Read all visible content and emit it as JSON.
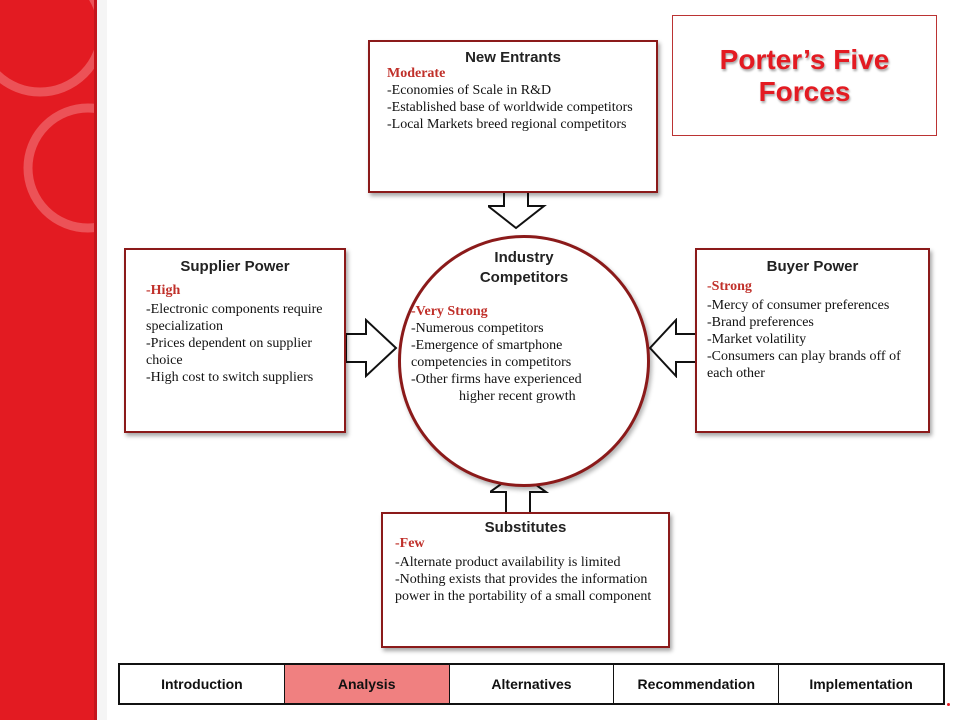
{
  "title": "Porter’s Five Forces",
  "colors": {
    "accent": "#e31b22",
    "border": "#8b1a1a",
    "active_tab": "#f08080"
  },
  "new_entrants": {
    "title": "New Entrants",
    "level": "Moderate",
    "lines": [
      "-Economies of Scale in R&D",
      "-Established base of worldwide competitors",
      "-Local Markets breed regional competitors"
    ]
  },
  "supplier_power": {
    "title": "Supplier Power",
    "level": "-High",
    "lines": [
      "-Electronic components require specialization",
      "-Prices dependent on supplier choice",
      "-High cost to switch suppliers"
    ]
  },
  "industry_competitors": {
    "title": "Industry Competitors",
    "level": "-Very Strong",
    "lines": [
      "-Numerous competitors",
      "-Emergence of smartphone competencies in competitors",
      "-Other firms have experienced",
      "higher recent growth"
    ]
  },
  "buyer_power": {
    "title": "Buyer Power",
    "level": "-Strong",
    "lines": [
      "-Mercy of consumer preferences",
      "-Brand preferences",
      "-Market volatility",
      "-Consumers can play brands off of each other"
    ]
  },
  "substitutes": {
    "title": "Substitutes",
    "level": "-Few",
    "lines": [
      "-Alternate product availability is limited",
      "-Nothing exists that provides the information power in the portability of a small component"
    ]
  },
  "nav": {
    "tabs": [
      {
        "label": "Introduction"
      },
      {
        "label": "Analysis",
        "active": true
      },
      {
        "label": "Alternatives"
      },
      {
        "label": "Recommendation"
      },
      {
        "label": "Implementation"
      }
    ]
  }
}
